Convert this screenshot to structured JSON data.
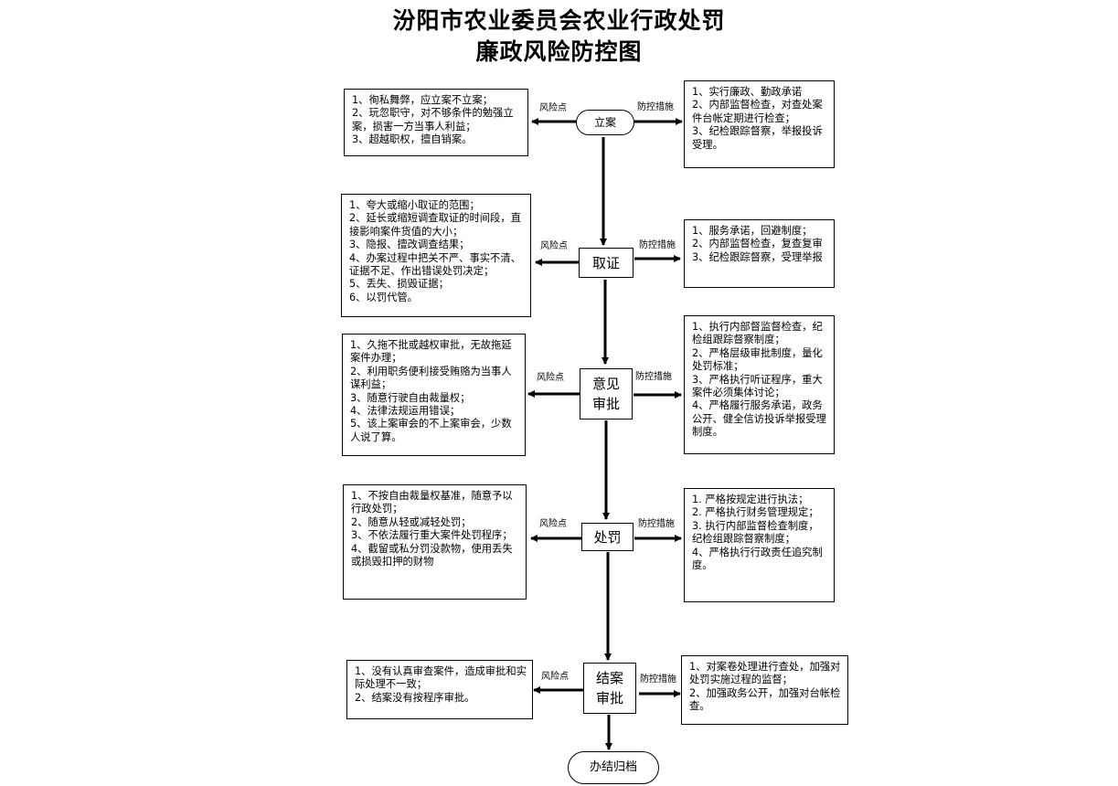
{
  "title": {
    "line1": "汾阳市农业委员会农业行政处罚",
    "line2": "廉政风险防控图"
  },
  "labels": {
    "risk": "风险点",
    "control": "防控措施"
  },
  "steps": [
    {
      "name": "立案",
      "risks": [
        "1、徇私舞弊，应立案不立案；",
        "2、玩忽职守，对不够条件的勉强立案，损害一方当事人利益；",
        "3、超越职权，擅自销案。"
      ],
      "controls": [
        "1、实行廉政、勤政承诺",
        "2、内部监督检查，对查处案件台帐定期进行检查；",
        "3、纪检跟踪督察，举报投诉受理。"
      ]
    },
    {
      "name": "取证",
      "risks": [
        "1、夸大或缩小取证的范围；",
        "2、延长或缩短调查取证的时间段，直接影响案件货值的大小；",
        "3、隐报、擅改调查结果；",
        "4、办案过程中把关不严、事实不清、证据不足、作出错误处罚决定；",
        "5、丢失、损毁证据；",
        "6、以罚代管。"
      ],
      "controls": [
        "1、服务承诺，回避制度；",
        "2、内部监督检查，复查复审",
        "3、纪检跟踪督察，受理举报"
      ]
    },
    {
      "name_line1": "意见",
      "name_line2": "审批",
      "risks": [
        "1、久拖不批或越权审批，无故拖延案件办理；",
        "2、利用职务便利接受贿赂为当事人谋利益；",
        "3、随意行驶自由裁量权；",
        "4、法律法规运用错误；",
        "5、该上案审会的不上案审会，少数人说了算。"
      ],
      "controls": [
        "1、执行内部督监督检查，纪检组跟踪督察制度；",
        "2、严格层级审批制度，量化处罚标准；",
        "3、严格执行听证程序，重大案件必须集体讨论；",
        "4、严格履行服务承诺，政务公开、健全信访投诉举报受理制度。"
      ]
    },
    {
      "name": "处罚",
      "risks": [
        "1、不按自由裁量权基准，随意予以行政处罚；",
        "2、随意从轻或减轻处罚；",
        "3、不依法履行重大案件处罚程序；",
        "4、截留或私分罚没款物，使用丢失或损毁扣押的财物"
      ],
      "controls": [
        "1. 严格按规定进行执法；",
        "2. 严格执行财务管理规定；",
        "3. 执行内部监督检查制度，纪检组跟踪督察制度；",
        "4、严格执行行政责任追究制度。"
      ]
    },
    {
      "name_line1": "结案",
      "name_line2": "审批",
      "risks": [
        "1、没有认真审查案件，造成审批和实际处理不一致；",
        "2、结案没有按程序审批。"
      ],
      "controls": [
        "1、对案卷处理进行查处，加强对处罚实施过程的监督；",
        "2、加强政务公开，加强对台帐检查。"
      ]
    }
  ],
  "end_node": "办结归档"
}
